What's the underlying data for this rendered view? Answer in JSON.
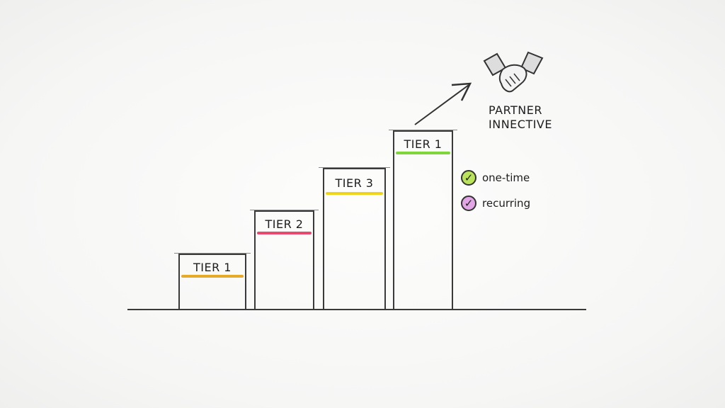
{
  "diagram": {
    "type": "tiered-step-chart",
    "title": "PARTNER INNECTIVE",
    "title_lines": [
      "PARTNER",
      "INNECTIVE"
    ],
    "icon": "handshake-icon",
    "bars": [
      {
        "label": "TIER 1",
        "color": "#e6a928"
      },
      {
        "label": "TIER 2",
        "color": "#e84a6f"
      },
      {
        "label": "TIER 3",
        "color": "#f0d41c"
      },
      {
        "label": "TIER 1",
        "color": "#7ed63a"
      }
    ],
    "legend": [
      {
        "label": "one-time",
        "color": "#b9e35a"
      },
      {
        "label": "recurring",
        "color": "#e2a6e6"
      }
    ]
  }
}
